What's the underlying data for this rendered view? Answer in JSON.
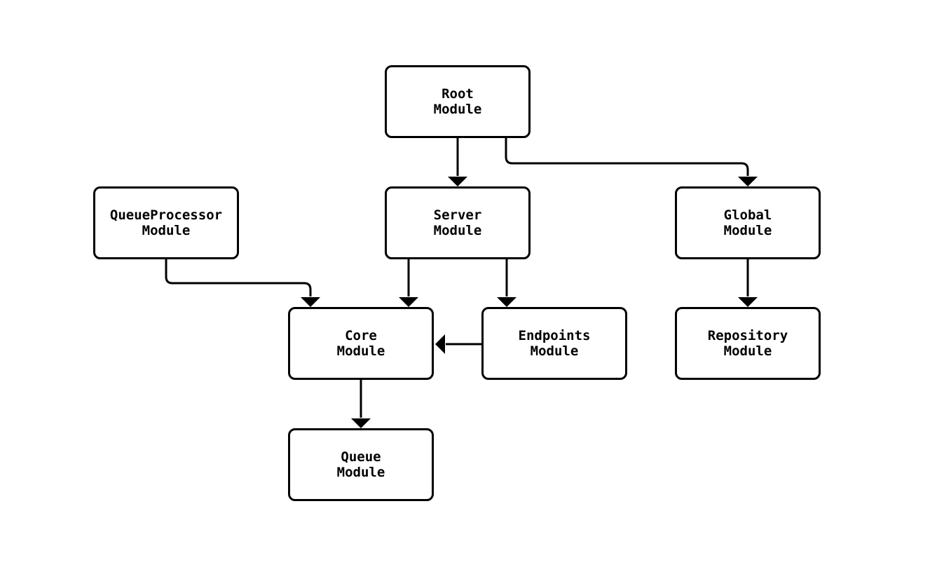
{
  "diagram": {
    "type": "flowchart",
    "direction": "top-down",
    "colors": {
      "background": "#ffffff",
      "node_fill": "#ffffff",
      "node_stroke": "#000000",
      "edge_stroke": "#000000",
      "text": "#000000"
    },
    "nodes": {
      "root": {
        "label": "Root\nModule"
      },
      "queueprocessor": {
        "label": "QueueProcessor\nModule"
      },
      "server": {
        "label": "Server\nModule"
      },
      "global": {
        "label": "Global\nModule"
      },
      "core": {
        "label": "Core\nModule"
      },
      "endpoints": {
        "label": "Endpoints\nModule"
      },
      "repository": {
        "label": "Repository\nModule"
      },
      "queue": {
        "label": "Queue\nModule"
      }
    },
    "edges": [
      {
        "from": "Root Module",
        "to": "Server Module"
      },
      {
        "from": "Root Module",
        "to": "Global Module"
      },
      {
        "from": "QueueProcessor Module",
        "to": "Core Module"
      },
      {
        "from": "Server Module",
        "to": "Core Module"
      },
      {
        "from": "Server Module",
        "to": "Endpoints Module"
      },
      {
        "from": "Endpoints Module",
        "to": "Core Module"
      },
      {
        "from": "Global Module",
        "to": "Repository Module"
      },
      {
        "from": "Core Module",
        "to": "Queue Module"
      }
    ]
  }
}
